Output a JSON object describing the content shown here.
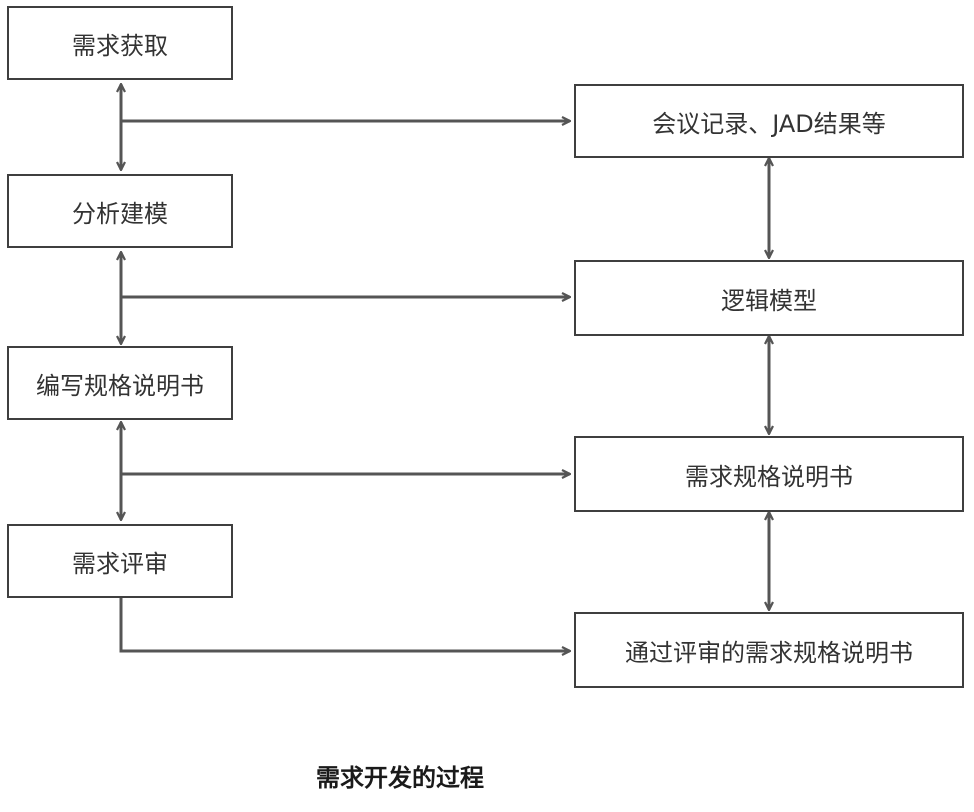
{
  "colors": {
    "stroke": "#555555",
    "border": "#3f3f3f",
    "text": "#333333"
  },
  "left_steps": [
    "需求获取",
    "分析建模",
    "编写规格说明书",
    "需求评审"
  ],
  "right_outputs": [
    "会议记录、JAD结果等",
    "逻辑模型",
    "需求规格说明书",
    "通过评审的需求规格说明书"
  ],
  "caption": "需求开发的过程"
}
